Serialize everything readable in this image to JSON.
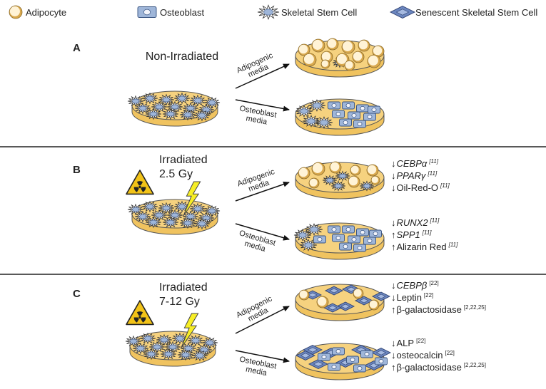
{
  "legend": [
    {
      "icon": "adipocyte-icon",
      "label": "Adipocyte"
    },
    {
      "icon": "osteoblast-icon",
      "label": "Osteoblast"
    },
    {
      "icon": "skeletal-stem-cell-icon",
      "label": "Skeletal Stem Cell"
    },
    {
      "icon": "senescent-stem-cell-icon",
      "label": "Senescent Skeletal Stem Cell"
    }
  ],
  "colors": {
    "dish": "#f0c35f",
    "dish_rim": "#f6d27f",
    "adipocyte": "#fff3d6",
    "osteoblast": "#9fb6d9",
    "senescent": "#6b86bf",
    "hazard": "#f2c318",
    "bolt": "#f7ee25",
    "divider": "#222222"
  },
  "panels": [
    {
      "letter": "A",
      "title": [
        "Non-Irradiated"
      ],
      "adipogenic_arrow": [
        "Adipogenic",
        "media"
      ],
      "osteoblast_arrow": [
        "Osteoblast",
        "media"
      ],
      "adipogenic_results": [],
      "osteoblast_results": []
    },
    {
      "letter": "B",
      "title": [
        "Irradiated",
        "2.5 Gy"
      ],
      "adipogenic_arrow": [
        "Adipogenic",
        "media"
      ],
      "osteoblast_arrow": [
        "Osteoblast",
        "media"
      ],
      "adipogenic_results": [
        {
          "arrow": "↓",
          "text": "CEBPα",
          "italic": true,
          "ref": "[11]",
          "ref_italic": true
        },
        {
          "arrow": "↓",
          "text": "PPARγ",
          "italic": true,
          "ref": "[11]",
          "ref_italic": true
        },
        {
          "arrow": "↓",
          "text": "Oil-Red-O",
          "italic": false,
          "ref": "[11]",
          "ref_italic": true
        }
      ],
      "osteoblast_results": [
        {
          "arrow": "↓",
          "text": "RUNX2",
          "italic": true,
          "ref": "[11]",
          "ref_italic": true
        },
        {
          "arrow": "↑",
          "text": "SPP1",
          "italic": true,
          "ref": "[11]",
          "ref_italic": true
        },
        {
          "arrow": "↑",
          "text": "Alizarin Red",
          "italic": false,
          "ref": "[11]",
          "ref_italic": true
        }
      ]
    },
    {
      "letter": "C",
      "title": [
        "Irradiated",
        "7-12 Gy"
      ],
      "adipogenic_arrow": [
        "Adipogenic",
        "media"
      ],
      "osteoblast_arrow": [
        "Osteoblast",
        "media"
      ],
      "adipogenic_results": [
        {
          "arrow": "↓",
          "text": "CEBPβ",
          "italic": true,
          "ref": "[22]",
          "ref_italic": false
        },
        {
          "arrow": "↓",
          "text": "Leptin",
          "italic": false,
          "ref": "[22]",
          "ref_italic": false
        },
        {
          "arrow": "↑",
          "text": "β-galactosidase",
          "italic": false,
          "ref": "[2,22,25]",
          "ref_italic": false
        }
      ],
      "osteoblast_results": [
        {
          "arrow": "↓",
          "text": "ALP",
          "italic": false,
          "ref": "[22]",
          "ref_italic": false
        },
        {
          "arrow": "↓",
          "text": "osteocalcin",
          "italic": false,
          "ref": "[22]",
          "ref_italic": false
        },
        {
          "arrow": "↑",
          "text": "β-galactosidase",
          "italic": false,
          "ref": "[2,22,25]",
          "ref_italic": false
        }
      ]
    }
  ]
}
